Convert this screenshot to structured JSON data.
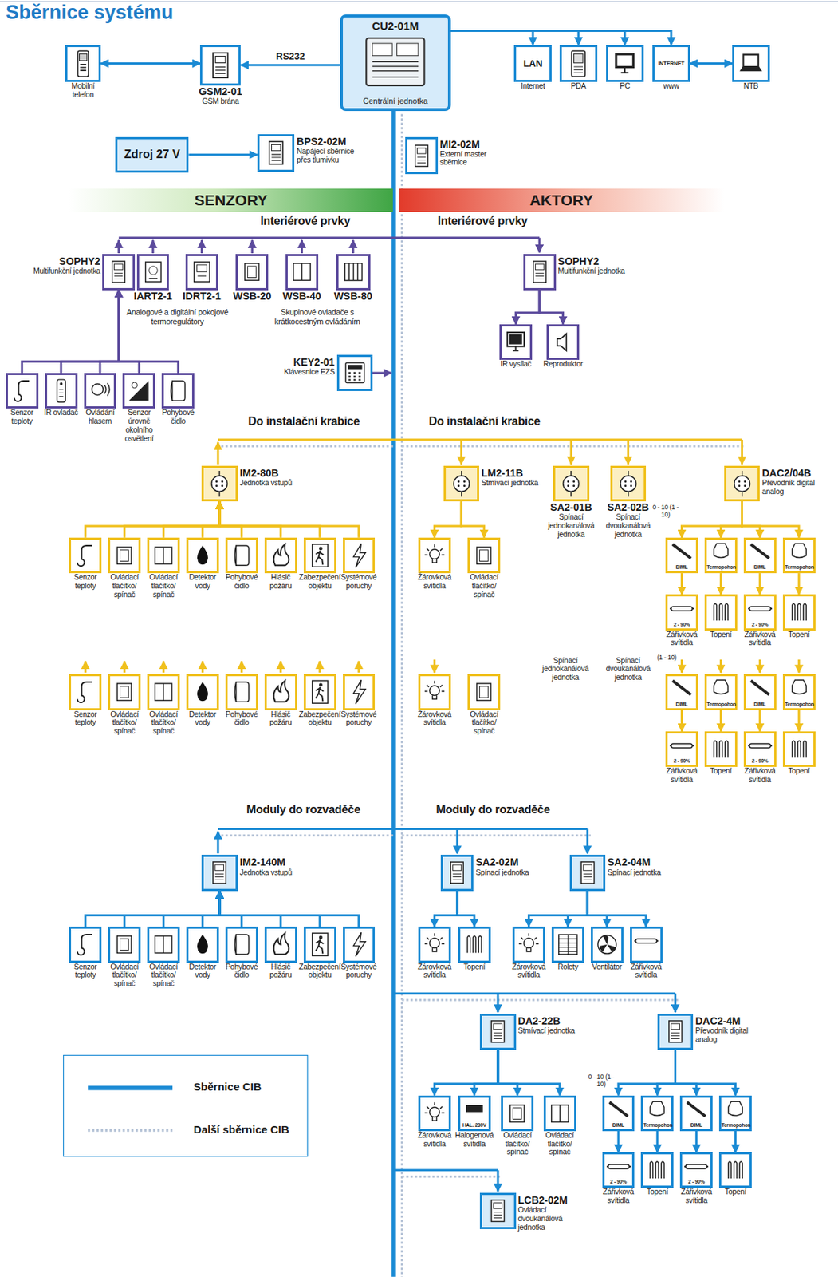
{
  "diagram": {
    "title": "Sběrnice systému",
    "nodes": [
      {
        "text": [
          "CU2-01M",
          "Centrální jednotka"
        ]
      },
      {
        "text": [
          "Mobilní telefon"
        ]
      },
      {
        "text": [
          "GSM2-01",
          "GSM brána"
        ]
      },
      {
        "text": [
          "LAN",
          "Internet"
        ]
      },
      {
        "text": [
          "PDA"
        ]
      },
      {
        "text": [
          "PC"
        ]
      },
      {
        "text": [
          "INTERNET",
          "www"
        ]
      },
      {
        "text": [
          "NTB"
        ]
      },
      {
        "text": [
          "Zdroj 27 V"
        ]
      },
      {
        "text": [
          "BPS2-02M",
          "Napájecí sběrnice přes tlumivku"
        ]
      },
      {
        "text": [
          "MI2-02M",
          "Externí master sběrnice"
        ]
      },
      {
        "text": [
          "SENZORY"
        ]
      },
      {
        "text": [
          "AKTORY"
        ]
      },
      {
        "text": [
          "SOPHY2",
          "Multifunkční jednotka"
        ]
      },
      {
        "text": [
          "IART2-1"
        ]
      },
      {
        "text": [
          "IDRT2-1"
        ]
      },
      {
        "text": [
          "WSB-20"
        ]
      },
      {
        "text": [
          "WSB-40"
        ]
      },
      {
        "text": [
          "WSB-80"
        ]
      },
      {
        "text": [
          "KEY2-01",
          "Klávesnice EZS"
        ]
      },
      {
        "text": [
          "Senzor teploty"
        ]
      },
      {
        "text": [
          "IR ovladač"
        ]
      },
      {
        "text": [
          "Ovládání hlasem"
        ]
      },
      {
        "text": [
          "Senzor úrovně okolního osvětlení"
        ]
      },
      {
        "text": [
          "Pohybové čidlo"
        ]
      },
      {
        "text": [
          "SOPHY2",
          "Multifunkční jednotka"
        ]
      },
      {
        "text": [
          "IR vysílač"
        ]
      },
      {
        "text": [
          "Reproduktor"
        ]
      },
      {
        "text": [
          "IM2-80B",
          "Jednotka vstupů"
        ]
      },
      {
        "text": [
          "Senzor teploty"
        ]
      },
      {
        "text": [
          "Ovládací tlačítko/ spínač"
        ]
      },
      {
        "text": [
          "Ovládací tlačítko/ spínač"
        ]
      },
      {
        "text": [
          "Detektor vody"
        ]
      },
      {
        "text": [
          "Pohybové čidlo"
        ]
      },
      {
        "text": [
          "Hlásič požáru"
        ]
      },
      {
        "text": [
          "Zabezpečení objektu"
        ]
      },
      {
        "text": [
          "Systémové poruchy"
        ]
      },
      {
        "text": [
          "Senzor teploty"
        ]
      },
      {
        "text": [
          "Ovládací tlačítko/ spínač"
        ]
      },
      {
        "text": [
          "Ovládací tlačítko/ spínač"
        ]
      },
      {
        "text": [
          "Detektor vody"
        ]
      },
      {
        "text": [
          "Pohybové čidlo"
        ]
      },
      {
        "text": [
          "Hlásič požáru"
        ]
      },
      {
        "text": [
          "Zabezpečení objektu"
        ]
      },
      {
        "text": [
          "Systémové poruchy"
        ]
      },
      {
        "text": [
          "LM2-11B",
          "Stmívací jednotka"
        ]
      },
      {
        "text": [
          "SA2-01B",
          "Spínací jednokanálová jednotka"
        ]
      },
      {
        "text": [
          "SA2-02B",
          "Spínací dvoukanálová jednotka"
        ]
      },
      {
        "text": [
          "DAC2/04B",
          "Převodník digital analog"
        ]
      },
      {
        "text": [
          "Žárovková svítidla"
        ]
      },
      {
        "text": [
          "Ovládací tlačítko/ spínač"
        ]
      },
      {
        "text": [
          "Žárovková svítidla"
        ]
      },
      {
        "text": [
          "Ovládací tlačítko/ spínač"
        ]
      },
      {
        "text": [
          "DIML"
        ]
      },
      {
        "text": [
          "Termopohon"
        ]
      },
      {
        "text": [
          "DIML"
        ]
      },
      {
        "text": [
          "Termopohon"
        ]
      },
      {
        "text": [
          "2 - 90%",
          "Zářivková svítidla"
        ]
      },
      {
        "text": [
          "Topení"
        ]
      },
      {
        "text": [
          "2 - 90%",
          "Zářivková svítidla"
        ]
      },
      {
        "text": [
          "Topení"
        ]
      },
      {
        "text": [
          "DIML"
        ]
      },
      {
        "text": [
          "Termopohon"
        ]
      },
      {
        "text": [
          "DIML"
        ]
      },
      {
        "text": [
          "Termopohon"
        ]
      },
      {
        "text": [
          "2 - 90%",
          "Zářivková svítidla"
        ]
      },
      {
        "text": [
          "Topení"
        ]
      },
      {
        "text": [
          "2 - 90%",
          "Zářivková svítidla"
        ]
      },
      {
        "text": [
          "Topení"
        ]
      },
      {
        "text": [
          "IM2-140M",
          "Jednotka vstupů"
        ]
      },
      {
        "text": [
          "Senzor teploty"
        ]
      },
      {
        "text": [
          "Ovládací tlačítko/ spínač"
        ]
      },
      {
        "text": [
          "Ovládací tlačítko/ spínač"
        ]
      },
      {
        "text": [
          "Detektor vody"
        ]
      },
      {
        "text": [
          "Pohybové čidlo"
        ]
      },
      {
        "text": [
          "Hlásič požáru"
        ]
      },
      {
        "text": [
          "Zabezpečení objektu"
        ]
      },
      {
        "text": [
          "Systémové poruchy"
        ]
      },
      {
        "text": [
          "SA2-02M",
          "Spínací jednotka"
        ]
      },
      {
        "text": [
          "SA2-04M",
          "Spínací jednotka"
        ]
      },
      {
        "text": [
          "Žárovková svítidla"
        ]
      },
      {
        "text": [
          "Topení"
        ]
      },
      {
        "text": [
          "Žárovková svítidla"
        ]
      },
      {
        "text": [
          "Rolety"
        ]
      },
      {
        "text": [
          "Ventilátor"
        ]
      },
      {
        "text": [
          "Zářivková svítidla"
        ]
      },
      {
        "text": [
          "DA2-22B",
          "Stmívací jednotka"
        ]
      },
      {
        "text": [
          "DAC2-4M",
          "Převodník digital analog"
        ]
      },
      {
        "text": [
          "Žárovková svítidla"
        ]
      },
      {
        "text": [
          "HAL. 230V",
          "Halogenová svítidla"
        ]
      },
      {
        "text": [
          "Ovládací tlačítko/ spínač"
        ]
      },
      {
        "text": [
          "Ovládací tlačítko/ spínač"
        ]
      },
      {
        "text": [
          "DIML"
        ]
      },
      {
        "text": [
          "Termopohon"
        ]
      },
      {
        "text": [
          "DIML"
        ]
      },
      {
        "text": [
          "Termopohon"
        ]
      },
      {
        "text": [
          "2 - 90%",
          "Zářivková svítidla"
        ]
      },
      {
        "text": [
          "Topení"
        ]
      },
      {
        "text": [
          "2 - 90%",
          "Zářivková svítidla"
        ]
      },
      {
        "text": [
          "Topení"
        ]
      },
      {
        "text": [
          "LCB2-02M",
          "Ovládací dvoukanálová jednotka"
        ]
      }
    ],
    "edges": [
      {
        "from": 2,
        "to": 1,
        "arrow": "both"
      },
      {
        "from": 0,
        "to": 2,
        "arrow": "to",
        "label": "RS232"
      },
      {
        "from": 0,
        "to": 3,
        "arrow": "to"
      },
      {
        "from": 0,
        "to": 4,
        "arrow": "to"
      },
      {
        "from": 0,
        "to": 5,
        "arrow": "to"
      },
      {
        "from": 0,
        "to": 6,
        "arrow": "to"
      },
      {
        "from": 6,
        "to": 7,
        "arrow": "both"
      },
      {
        "from": 8,
        "to": 9,
        "arrow": "to"
      },
      {
        "from": 20,
        "to": 13,
        "arrow": "to"
      },
      {
        "from": 21,
        "to": 13,
        "arrow": "to"
      },
      {
        "from": 22,
        "to": 13,
        "arrow": "to"
      },
      {
        "from": 23,
        "to": 13,
        "arrow": "to"
      },
      {
        "from": 24,
        "to": 13,
        "arrow": "to"
      },
      {
        "from": 25,
        "to": 26,
        "arrow": "to"
      },
      {
        "from": 25,
        "to": 27,
        "arrow": "to"
      },
      {
        "from": 29,
        "to": 28,
        "arrow": "to"
      },
      {
        "from": 30,
        "to": 28,
        "arrow": "to"
      },
      {
        "from": 31,
        "to": 28,
        "arrow": "to"
      },
      {
        "from": 32,
        "to": 28,
        "arrow": "to"
      },
      {
        "from": 33,
        "to": 28,
        "arrow": "to"
      },
      {
        "from": 34,
        "to": 28,
        "arrow": "to"
      },
      {
        "from": 35,
        "to": 28,
        "arrow": "to"
      },
      {
        "from": 36,
        "to": 28,
        "arrow": "to"
      },
      {
        "from": 45,
        "to": 49,
        "arrow": "to"
      },
      {
        "from": 45,
        "to": 50,
        "arrow": "to"
      },
      {
        "from": 48,
        "to": 53,
        "arrow": "to"
      },
      {
        "from": 48,
        "to": 54,
        "arrow": "to"
      },
      {
        "from": 48,
        "to": 55,
        "arrow": "to"
      },
      {
        "from": 48,
        "to": 56,
        "arrow": "to"
      },
      {
        "from": 53,
        "to": 57,
        "arrow": "to"
      },
      {
        "from": 54,
        "to": 58,
        "arrow": "to"
      },
      {
        "from": 55,
        "to": 59,
        "arrow": "to"
      },
      {
        "from": 56,
        "to": 60,
        "arrow": "to"
      },
      {
        "from": 61,
        "to": 65,
        "arrow": "to"
      },
      {
        "from": 62,
        "to": 66,
        "arrow": "to"
      },
      {
        "from": 63,
        "to": 67,
        "arrow": "to"
      },
      {
        "from": 64,
        "to": 68,
        "arrow": "to"
      },
      {
        "from": 70,
        "to": 69,
        "arrow": "to"
      },
      {
        "from": 71,
        "to": 69,
        "arrow": "to"
      },
      {
        "from": 72,
        "to": 69,
        "arrow": "to"
      },
      {
        "from": 73,
        "to": 69,
        "arrow": "to"
      },
      {
        "from": 74,
        "to": 69,
        "arrow": "to"
      },
      {
        "from": 75,
        "to": 69,
        "arrow": "to"
      },
      {
        "from": 76,
        "to": 69,
        "arrow": "to"
      },
      {
        "from": 77,
        "to": 69,
        "arrow": "to"
      },
      {
        "from": 78,
        "to": 80,
        "arrow": "to"
      },
      {
        "from": 78,
        "to": 81,
        "arrow": "to"
      },
      {
        "from": 79,
        "to": 82,
        "arrow": "to"
      },
      {
        "from": 79,
        "to": 83,
        "arrow": "to"
      },
      {
        "from": 79,
        "to": 84,
        "arrow": "to"
      },
      {
        "from": 79,
        "to": 85,
        "arrow": "to"
      },
      {
        "from": 86,
        "to": 88,
        "arrow": "to"
      },
      {
        "from": 86,
        "to": 89,
        "arrow": "to"
      },
      {
        "from": 86,
        "to": 90,
        "arrow": "to"
      },
      {
        "from": 86,
        "to": 91,
        "arrow": "to"
      },
      {
        "from": 87,
        "to": 92,
        "arrow": "to"
      },
      {
        "from": 87,
        "to": 93,
        "arrow": "to"
      },
      {
        "from": 87,
        "to": 94,
        "arrow": "to"
      },
      {
        "from": 87,
        "to": 95,
        "arrow": "to"
      },
      {
        "from": 92,
        "to": 96,
        "arrow": "to"
      },
      {
        "from": 93,
        "to": 97,
        "arrow": "to"
      },
      {
        "from": 94,
        "to": 98,
        "arrow": "to"
      },
      {
        "from": 95,
        "to": 99,
        "arrow": "to"
      }
    ],
    "labels": [
      "Interiérové prvky",
      "Interiérové prvky",
      "Analogové a digitální pokojové termoregulátory",
      "Skupinové ovladače s krátkocestným ovládáním",
      "Do instalační krabice",
      "Do instalační krabice",
      "0 - 10 (1 - 10)",
      "Spínací jednokanálová jednotka",
      "Spínací dvoukanálová jednotka",
      "(1 - 10)",
      "Moduly do rozvaděče",
      "Moduly do rozvaděče",
      "0 - 10 (1 - 10)"
    ],
    "legend": [
      {
        "text": "Sběrnice CIB"
      },
      {
        "text": "Další sběrnice CIB"
      }
    ]
  }
}
